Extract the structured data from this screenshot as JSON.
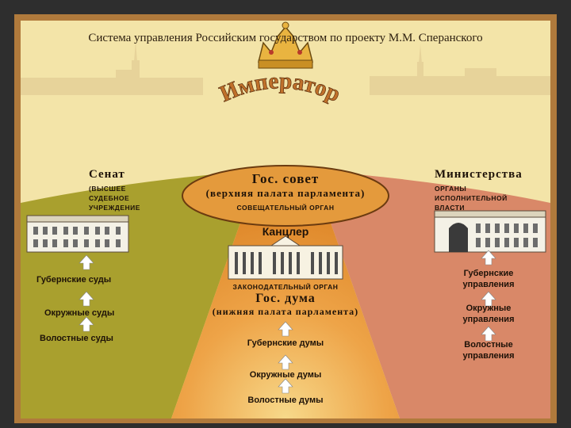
{
  "title": "Система управления Российским государством по проекту М.М. Сперанского",
  "emperor": "Император",
  "council": {
    "title": "Гос. совет",
    "subtitle": "(верхняя палата парламента)",
    "note": "СОВЕЩАТЕЛЬНЫЙ ОРГАН"
  },
  "chancellor": "Канцлер",
  "duma": {
    "note": "ЗАКОНОДАТЕЛЬНЫЙ ОРГАН",
    "title": "Гос. дума",
    "subtitle": "(нижняя палата парламента)",
    "levels": [
      "Губернские думы",
      "Окружные думы",
      "Волостные думы"
    ]
  },
  "senate": {
    "title": "Сенат",
    "desc": [
      "(ВЫСШЕЕ",
      "СУДЕБНОЕ",
      "УЧРЕЖДЕНИЕ"
    ],
    "levels": [
      "Губернские суды",
      "Окружные суды",
      "Волостные суды"
    ]
  },
  "ministries": {
    "title": "Министерства",
    "desc": [
      "ОРГАНЫ",
      "ИСПОЛНИТЕЛЬНОЙ",
      "ВЛАСТИ"
    ],
    "levels": [
      [
        "Губернские",
        "управления"
      ],
      [
        "Окружные",
        "управления"
      ],
      [
        "Волостные",
        "управления"
      ]
    ]
  },
  "colors": {
    "judicial": "#a9a02e",
    "legislative": "#e8962f",
    "executive": "#d98868",
    "council_fill": "#e49a3c"
  }
}
